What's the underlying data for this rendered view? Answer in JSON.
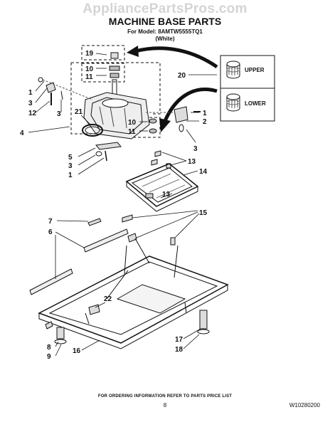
{
  "watermark": "AppliancePartsPros.com",
  "header": {
    "title": "MACHINE BASE PARTS",
    "model_line": "For Model: 8AMTW5555TQ1",
    "color_line": "(White)"
  },
  "diagram": {
    "callouts": [
      "1",
      "1",
      "1",
      "2",
      "3",
      "3",
      "3",
      "4",
      "5",
      "6",
      "7",
      "8",
      "9",
      "10",
      "10",
      "11",
      "11",
      "12",
      "13",
      "13",
      "14",
      "15",
      "16",
      "17",
      "18",
      "19",
      "20",
      "21",
      "22"
    ],
    "inset_labels": {
      "upper": "UPPER",
      "lower": "LOWER"
    }
  },
  "footer": {
    "note": "FOR ORDERING INFORMATION REFER TO PARTS PRICE LIST",
    "page": "8",
    "part_code": "W10280200"
  }
}
